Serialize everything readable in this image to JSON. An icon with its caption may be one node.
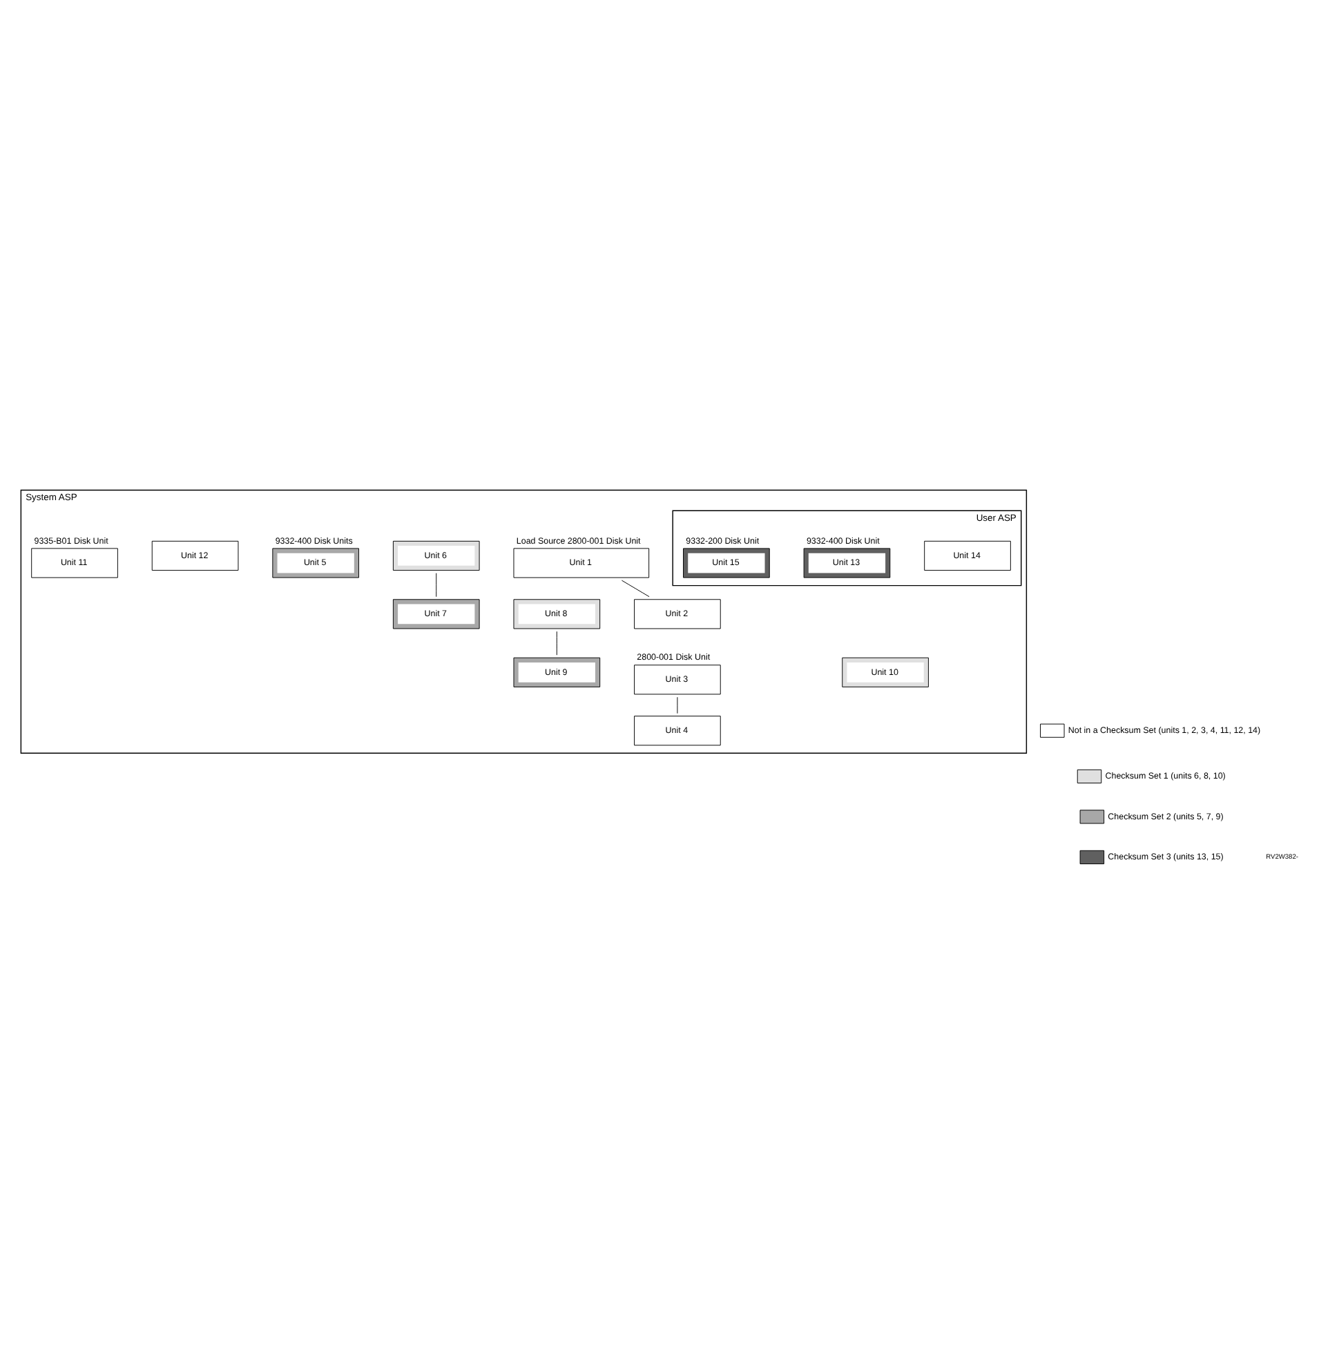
{
  "diagram": {
    "nodes": [
      {
        "text": [
          "System ASP"
        ]
      },
      {
        "text": [
          "Unit 1"
        ],
        "in": 0,
        "beside": [
          "Load Source 2800-001 Disk Unit"
        ]
      },
      {
        "text": [
          "Unit 2"
        ],
        "in": 0
      },
      {
        "text": [
          "Unit 3"
        ],
        "in": 0,
        "beside": [
          "2800-001 Disk Unit"
        ]
      },
      {
        "text": [
          "Unit 4"
        ],
        "in": 0
      },
      {
        "text": [
          "Unit 5"
        ],
        "in": 0,
        "beside": [
          "9332-400 Disk Units"
        ]
      },
      {
        "text": [
          "Unit 6"
        ],
        "in": 0
      },
      {
        "text": [
          "Unit 7"
        ],
        "in": 0
      },
      {
        "text": [
          "Unit 8"
        ],
        "in": 0
      },
      {
        "text": [
          "Unit 9"
        ],
        "in": 0
      },
      {
        "text": [
          "Unit 10"
        ],
        "in": 0
      },
      {
        "text": [
          "Unit 11"
        ],
        "in": 0,
        "beside": [
          "9335-B01 Disk Unit"
        ]
      },
      {
        "text": [
          "Unit 12"
        ],
        "in": 0
      },
      {
        "text": [
          "User ASP"
        ],
        "in": 0
      },
      {
        "text": [
          "Unit 13"
        ],
        "in": 13,
        "beside": [
          "9332-400 Disk Unit"
        ]
      },
      {
        "text": [
          "Unit 14"
        ],
        "in": 13
      },
      {
        "text": [
          "Unit 15"
        ],
        "in": 13,
        "beside": [
          "9332-200 Disk Unit"
        ]
      }
    ],
    "edges": [
      {
        "from": 1,
        "to": 2,
        "arrow": "none"
      },
      {
        "from": 3,
        "to": 4,
        "arrow": "none"
      },
      {
        "from": 6,
        "to": 7,
        "arrow": "none"
      },
      {
        "from": 8,
        "to": 9,
        "arrow": "none"
      }
    ],
    "labels": [
      "RV2W382-"
    ],
    "legend": [
      {
        "text": "Not in a Checksum Set (units 1, 2, 3, 4, 11, 12, 14)",
        "color": "#ffffff"
      },
      {
        "text": "Checksum Set 1 (units 6, 8, 10)",
        "color": "#e0e0e0"
      },
      {
        "text": "Checksum Set 2 (units 5, 7, 9)",
        "color": "#a8a8a8"
      },
      {
        "text": "Checksum Set 3 (units 13, 15)",
        "color": "#606060"
      }
    ]
  }
}
